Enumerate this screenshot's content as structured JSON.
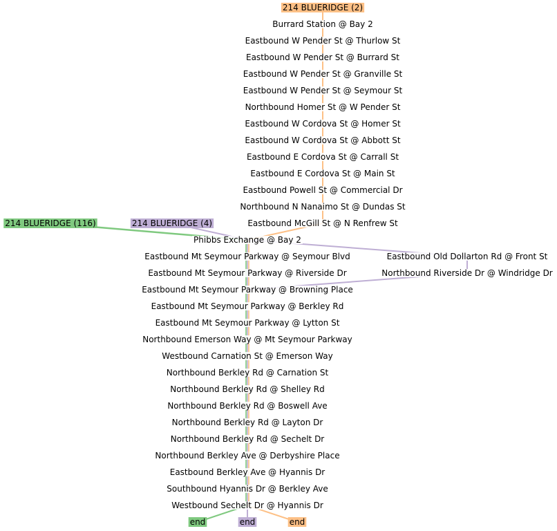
{
  "routes": [
    {
      "id": "r116",
      "label": "214 BLUERIDGE (116)",
      "color": "#7fc97f"
    },
    {
      "id": "r4",
      "label": "214 BLUERIDGE (4)",
      "color": "#beaed4"
    },
    {
      "id": "r2",
      "label": "214 BLUERIDGE (2)",
      "color": "#fdc086"
    }
  ],
  "stops": [
    "Burrard Station @ Bay 2",
    "Eastbound W Pender St @ Thurlow St",
    "Eastbound W Pender St @ Burrard St",
    "Eastbound W Pender St @ Granville St",
    "Eastbound W Pender St @ Seymour St",
    "Northbound Homer St @ W Pender St",
    "Eastbound W Cordova St @ Homer St",
    "Eastbound W Cordova St @ Abbott St",
    "Eastbound E Cordova St @ Carrall St",
    "Eastbound E Cordova St @ Main St",
    "Eastbound Powell St @ Commercial Dr",
    "Northbound N Nanaimo St @ Dundas St",
    "Eastbound McGill St @ N Renfrew St",
    "Phibbs Exchange @ Bay 2",
    "Eastbound Mt Seymour Parkway @ Seymour Blvd",
    "Eastbound Old Dollarton Rd @ Front St",
    "Eastbound Mt Seymour Parkway @ Riverside Dr",
    "Northbound Riverside Dr @ Windridge Dr",
    "Eastbound Mt Seymour Parkway @ Browning Place",
    "Eastbound Mt Seymour Parkway @ Berkley Rd",
    "Eastbound Mt Seymour Parkway @ Lytton St",
    "Northbound Emerson Way @ Mt Seymour Parkway",
    "Westbound Carnation St @ Emerson Way",
    "Northbound Berkley Rd @ Carnation St",
    "Northbound Berkley Rd @ Shelley Rd",
    "Northbound Berkley Rd @ Boswell Ave",
    "Northbound Berkley Rd @ Layton Dr",
    "Northbound Berkley Rd @ Sechelt Dr",
    "Northbound Berkley Ave @ Derbyshire Place",
    "Eastbound Berkley Ave @ Hyannis Dr",
    "Southbound Hyannis Dr @ Berkley Ave",
    "Westbound Sechelt Dr @ Hyannis Dr"
  ],
  "end_label": "end"
}
